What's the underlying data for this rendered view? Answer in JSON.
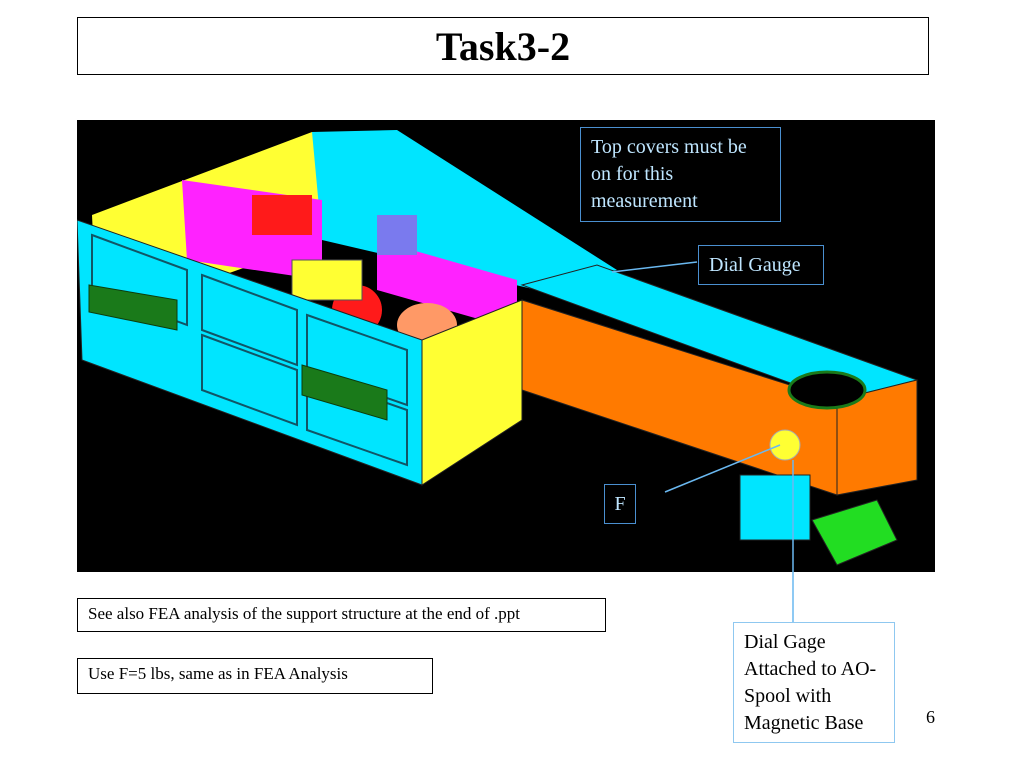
{
  "slide": {
    "title": "Task3-2",
    "page_number": "6"
  },
  "callouts": {
    "top_covers": "Top covers must be on for this measurement",
    "dial_gauge": "Dial Gauge",
    "force": "F",
    "dial_gage_spool": "Dial Gage Attached to AO-Spool with Magnetic Base"
  },
  "notes": {
    "fea": "See also FEA analysis of the support structure at the end of .ppt",
    "force": "Use F=5 lbs, same as in FEA Analysis"
  },
  "colors": {
    "cyan": "#00e5ff",
    "yellow": "#ffff33",
    "magenta": "#ff22ff",
    "orange": "#ff7a00",
    "green": "#1a7a1a",
    "red": "#ff1a1a"
  }
}
